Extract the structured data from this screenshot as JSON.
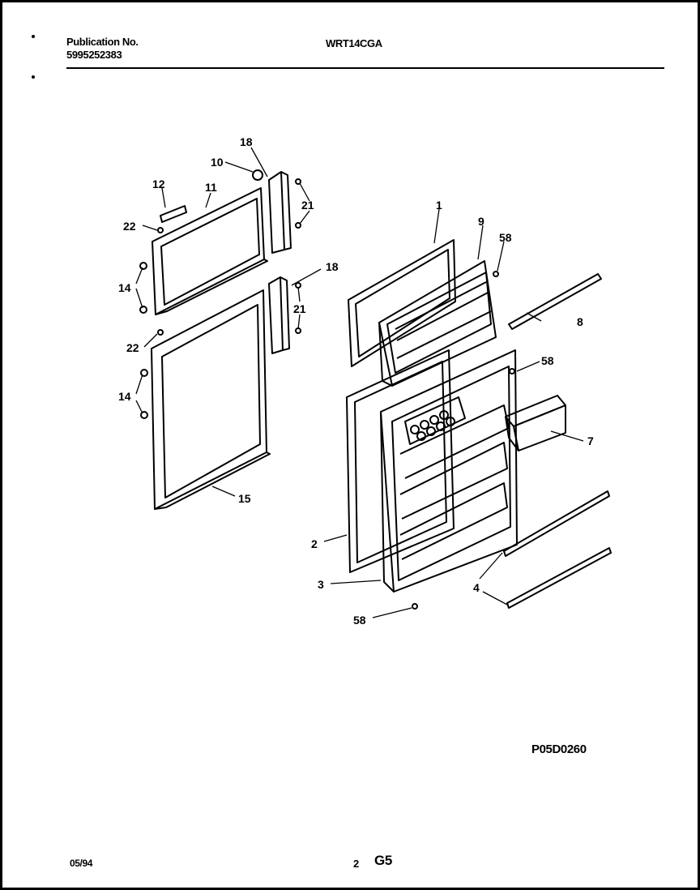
{
  "header": {
    "publication_label": "Publication No.",
    "publication_number": "5995252383",
    "model": "WRT14CGA"
  },
  "diagram": {
    "drawing_code": "P05D0260",
    "callouts": [
      "18",
      "10",
      "12",
      "11",
      "21",
      "22",
      "14",
      "18",
      "21",
      "22",
      "14",
      "15",
      "1",
      "9",
      "58",
      "8",
      "58",
      "7",
      "2",
      "3",
      "4",
      "58"
    ]
  },
  "footer": {
    "date": "05/94",
    "page": "2",
    "section": "G5"
  }
}
